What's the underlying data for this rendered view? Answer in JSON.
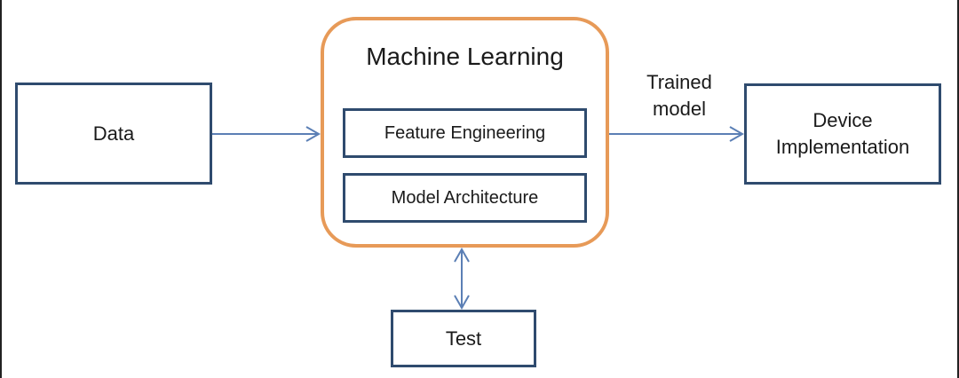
{
  "diagram": {
    "data_box": "Data",
    "ml_title": "Machine Learning",
    "feature_engineering": "Feature Engineering",
    "model_architecture": "Model Architecture",
    "trained_model_line1": "Trained",
    "trained_model_line2": "model",
    "device_line1": "Device",
    "device_line2": "Implementation",
    "test_box": "Test"
  },
  "colors": {
    "box_border": "#2f4b6e",
    "ml_border": "#e79a58",
    "arrow": "#5b7fb5"
  }
}
